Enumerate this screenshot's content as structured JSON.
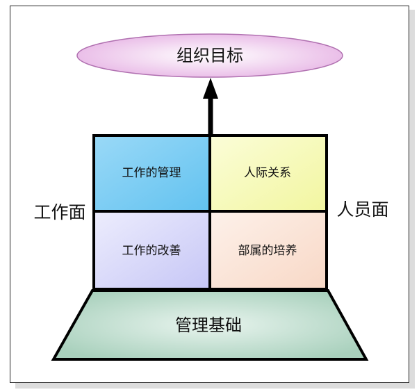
{
  "goal": {
    "label": "组织目标",
    "color": "#e8b8e6"
  },
  "quadrants": {
    "top_left": {
      "label": "工作的管理",
      "color": "#62c2f0"
    },
    "top_right": {
      "label": "人际关系",
      "color": "#f2f6a0"
    },
    "bottom_left": {
      "label": "工作的改善",
      "color": "#c6c6f6"
    },
    "bottom_right": {
      "label": "部属的培养",
      "color": "#f8d8c6"
    }
  },
  "base": {
    "label": "管理基础",
    "color": "#a8d0bc"
  },
  "side_labels": {
    "left": "工作面",
    "right": "人员面"
  },
  "arrow": {
    "direction": "up"
  }
}
